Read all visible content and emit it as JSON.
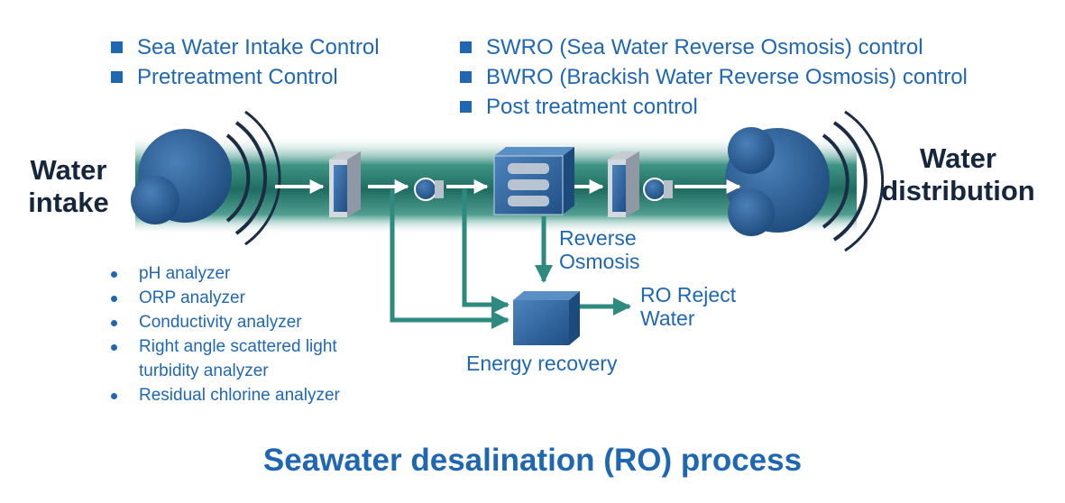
{
  "top_left_list": [
    "Sea Water Intake Control",
    "Pretreatment Control"
  ],
  "top_right_list": [
    "SWRO (Sea Water Reverse Osmosis) control",
    "BWRO (Brackish Water Reverse Osmosis) control",
    "Post treatment control"
  ],
  "intake_label": [
    "Water",
    "intake"
  ],
  "distribution_label": [
    "Water",
    "distribution"
  ],
  "analyzers": [
    [
      "pH analyzer"
    ],
    [
      "ORP analyzer"
    ],
    [
      "Conductivity analyzer"
    ],
    [
      "Right angle scattered light",
      "turbidity analyzer"
    ],
    [
      "Residual chlorine analyzer"
    ]
  ],
  "reverse_osmosis_label": [
    "Reverse",
    "Osmosis"
  ],
  "ro_reject_label": [
    "RO Reject",
    "Water"
  ],
  "energy_recovery_label": "Energy recovery",
  "title": "Seawater desalination (RO) process",
  "colors": {
    "text_blue": "#1f67b3",
    "dark_label": "#15263d",
    "pipe_teal": "#2e8a7e",
    "tank_blue": "#2c5f93"
  }
}
